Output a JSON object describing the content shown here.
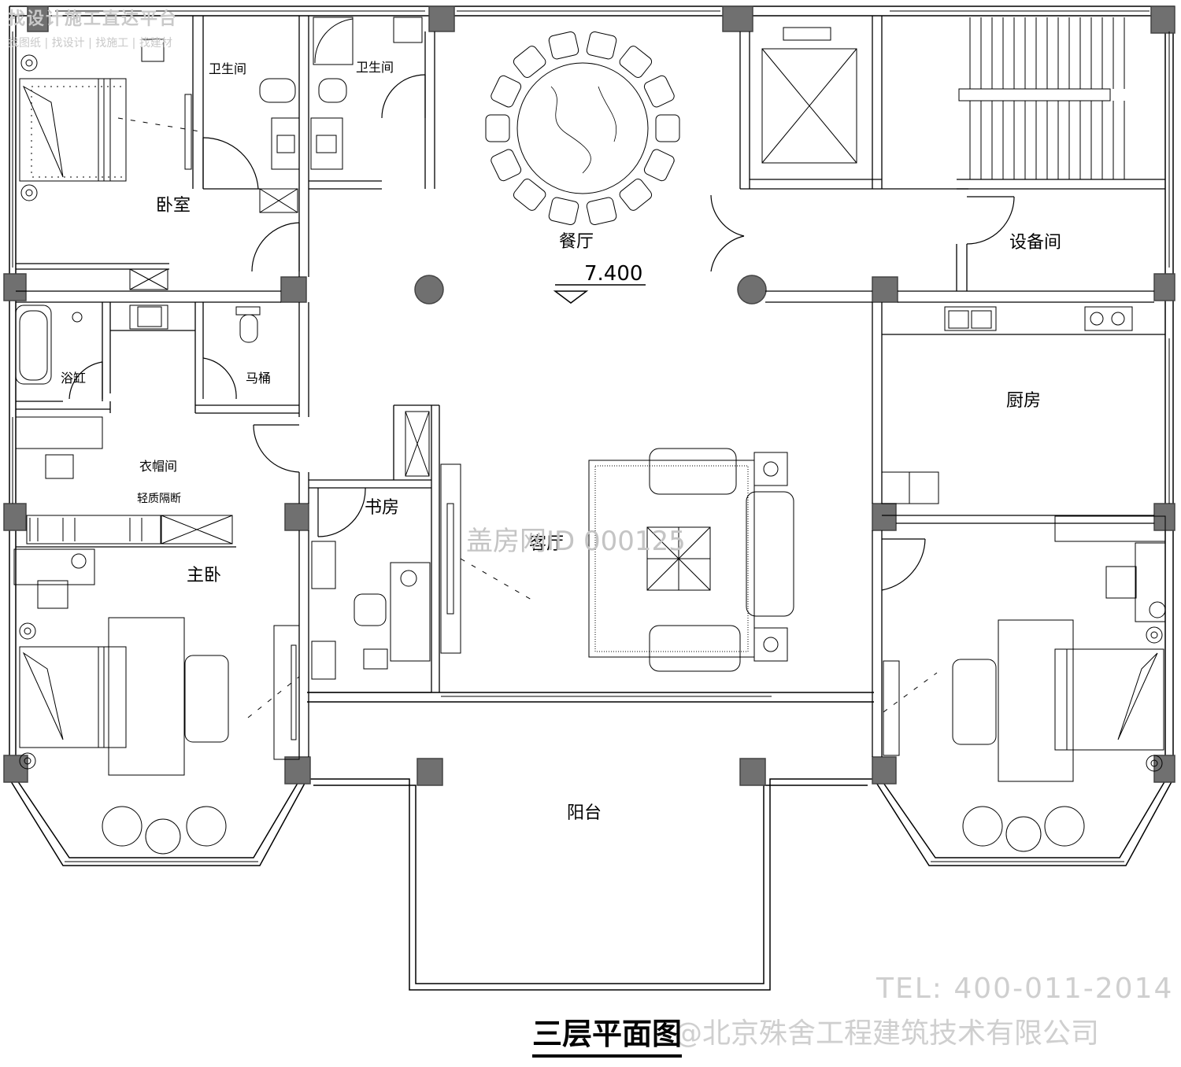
{
  "watermarks": {
    "top_line1": "找设计施工直达平台",
    "top_line2": "找图纸 | 找设计 | 找施工 | 找建材",
    "middle": "盖房网ID 000125",
    "tel": "TEL: 400-011-2014",
    "company": "@北京殊舍工程建筑技术有限公司"
  },
  "plan": {
    "title": "三层平面图",
    "level_mark": "7.400",
    "rooms": {
      "bedroom": "卧室",
      "bathroom_1": "卫生间",
      "bathroom_2": "卫生间",
      "dining": "餐厅",
      "equipment": "设备间",
      "bathtub": "浴缸",
      "toilet": "马桶",
      "kitchen": "厨房",
      "cloakroom": "衣帽间",
      "partition": "轻质隔断",
      "study": "书房",
      "living": "客厅",
      "master_bedroom": "主卧",
      "balcony": "阳台"
    }
  }
}
